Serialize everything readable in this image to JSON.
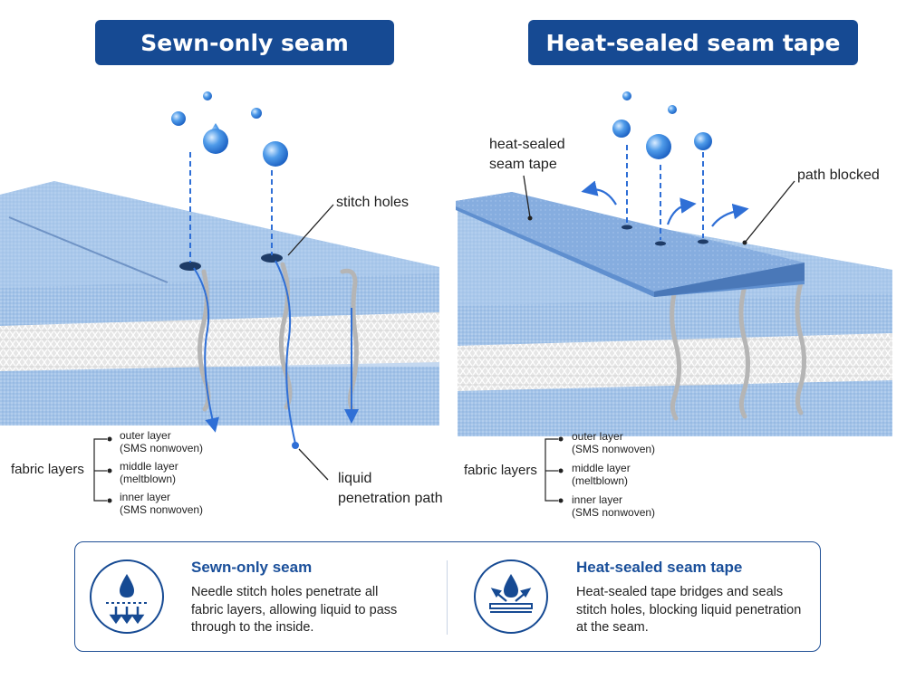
{
  "titles": {
    "left": "Sewn-only seam",
    "right": "Heat-sealed seam tape"
  },
  "left_diagram": {
    "stitch_holes": "stitch holes",
    "liquid_path": [
      "liquid",
      "penetration path"
    ],
    "fabric_layers": "fabric layers",
    "layers": [
      {
        "name": "outer layer",
        "material": "(SMS nonwoven)"
      },
      {
        "name": "middle layer",
        "material": "(meltblown)"
      },
      {
        "name": "inner layer",
        "material": "(SMS nonwoven)"
      }
    ]
  },
  "right_diagram": {
    "tape_label": [
      "heat-sealed",
      "seam tape"
    ],
    "path_blocked": "path blocked",
    "fabric_layers": "fabric layers",
    "layers": [
      {
        "name": "outer layer",
        "material": "(SMS nonwoven)"
      },
      {
        "name": "middle layer",
        "material": "(meltblown)"
      },
      {
        "name": "inner layer",
        "material": "(SMS nonwoven)"
      }
    ]
  },
  "summary": {
    "left": {
      "heading": "Sewn-only seam",
      "lines": [
        "Needle stitch holes penetrate all",
        "fabric layers, allowing liquid to pass",
        "through to the inside."
      ]
    },
    "right": {
      "heading": "Heat-sealed seam tape",
      "lines": [
        "Heat-sealed tape bridges and seals",
        "stitch holes, blocking liquid penetration",
        "at the seam."
      ]
    }
  },
  "colors": {
    "title_bg": "#164a93",
    "fabric_blue": "#9dbfe6",
    "meltblown": "#e9e9e9",
    "tape": "#7fa8dc",
    "liquid": "#2f6fd6",
    "thread": "#b8b8b8"
  }
}
